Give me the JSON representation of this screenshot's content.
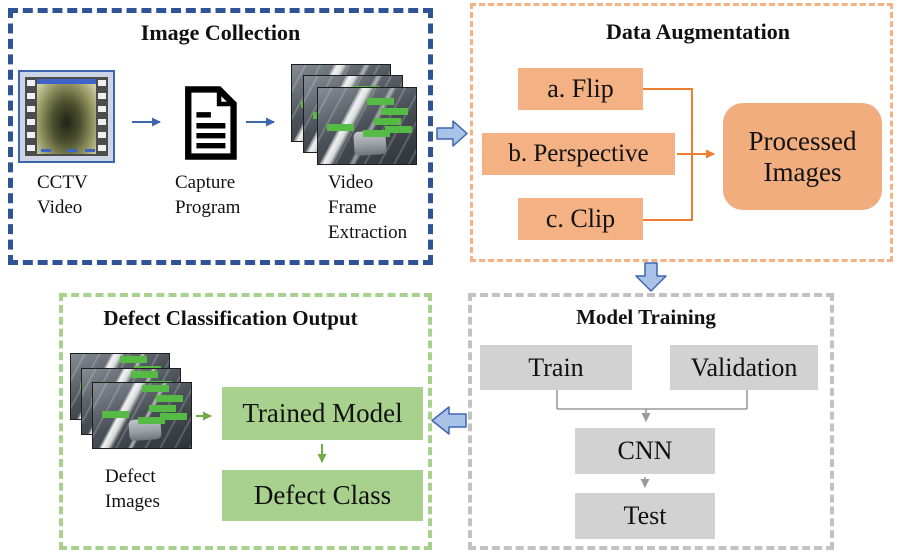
{
  "diagram": {
    "sections": {
      "image_collection": {
        "title": "Image Collection",
        "labels": {
          "cctv": "CCTV\nVideo",
          "capture": "Capture\nProgram",
          "extraction": "Video\nFrame\nExtraction"
        }
      },
      "data_augmentation": {
        "title": "Data Augmentation",
        "boxes": {
          "flip": "a. Flip",
          "perspective": "b. Perspective",
          "clip": "c. Clip",
          "processed": "Processed\nImages"
        }
      },
      "defect_output": {
        "title": "Defect Classification Output",
        "labels": {
          "defect_images": "Defect\nImages"
        },
        "boxes": {
          "trained_model": "Trained Model",
          "defect_class": "Defect Class"
        }
      },
      "model_training": {
        "title": "Model Training",
        "boxes": {
          "train": "Train",
          "validation": "Validation",
          "cnn": "CNN",
          "test": "Test"
        }
      }
    },
    "colors": {
      "image_collection_border": "#2F5496",
      "data_augmentation_border": "#F4B183",
      "augment_box_fill": "#F4B183",
      "augment_connector": "#ED7D31",
      "defect_border": "#A9D18E",
      "defect_box_fill": "#A9D18E",
      "green_arrow": "#70AD47",
      "training_border": "#C2C2C2",
      "training_box_fill": "#D2D2D2",
      "training_connector": "#9A9A9A",
      "block_arrow_fill": "#A8C2E8",
      "block_arrow_stroke": "#3E66B0",
      "annotation_green": "#55BB44",
      "text": "#111111"
    }
  }
}
